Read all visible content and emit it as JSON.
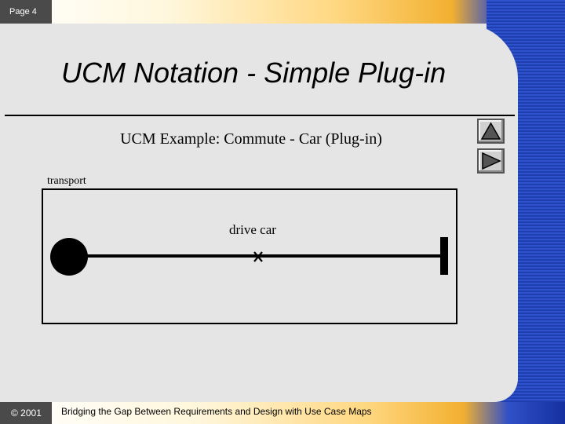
{
  "header": {
    "page_label": "Page 4"
  },
  "slide": {
    "title": "UCM Notation - Simple Plug-in",
    "example_title": "UCM Example: Commute - Car (Plug-in)"
  },
  "diagram": {
    "component_label": "transport",
    "responsibility_label": "drive car"
  },
  "navigation": {
    "up_icon": "triangle-up-icon",
    "next_icon": "triangle-right-icon"
  },
  "footer": {
    "copyright": "© 2001",
    "text": "Bridging the Gap Between Requirements and Design with Use Case Maps"
  },
  "colors": {
    "band_blue": "#1f3fb0",
    "gold": "#f2b030",
    "label_gray": "#4a4a4a",
    "slide_bg": "#e5e5e5"
  }
}
